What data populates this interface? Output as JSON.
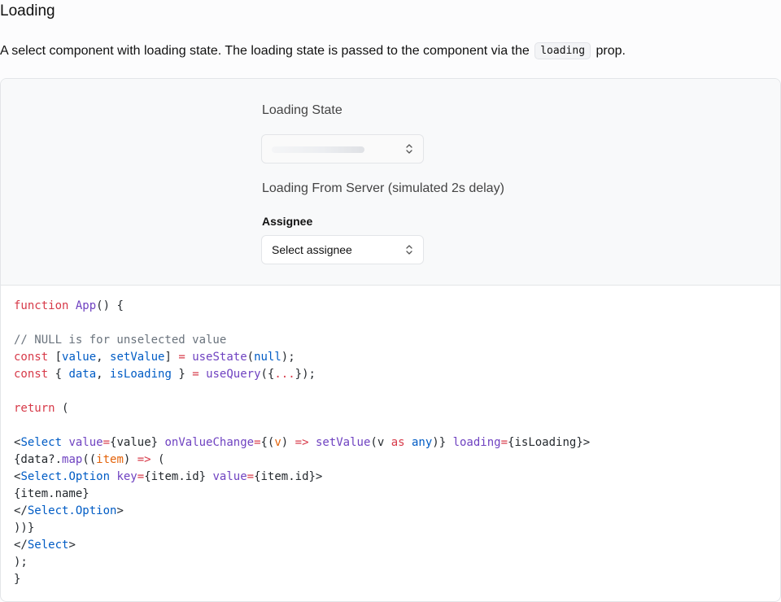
{
  "section": {
    "title": "Loading",
    "description_before": "A select component with loading state. The loading state is passed to the component via the",
    "inline_code": "loading",
    "description_after": "prop."
  },
  "demo": {
    "loading_state_label": "Loading State",
    "server_label": "Loading From Server (simulated 2s delay)",
    "assignee_label": "Assignee",
    "assignee_placeholder": "Select assignee"
  },
  "code": {
    "l1": [
      "function",
      " ",
      "App",
      "() {"
    ],
    "l3": [
      "// NULL is for unselected value"
    ],
    "l4": [
      "const",
      " [",
      "value",
      ", ",
      "setValue",
      "] ",
      "=",
      " ",
      "useState",
      "(",
      "null",
      ");"
    ],
    "l5": [
      "const",
      " { ",
      "data",
      ", ",
      "isLoading",
      " } ",
      "=",
      " ",
      "useQuery",
      "({",
      "...",
      "});"
    ],
    "l7": [
      "return",
      " ("
    ],
    "l9": [
      "<",
      "Select",
      " ",
      "value",
      "=",
      "{value} ",
      "onValueChange",
      "=",
      "{(",
      "v",
      ") ",
      "=>",
      " ",
      "setValue",
      "(v ",
      "as",
      " ",
      "any",
      ")} ",
      "loading",
      "=",
      "{isLoading}>"
    ],
    "l10": [
      "{data?.",
      "map",
      "((",
      "item",
      ") ",
      "=>",
      " ("
    ],
    "l11": [
      "<",
      "Select.Option",
      " ",
      "key",
      "=",
      "{item.id} ",
      "value",
      "=",
      "{item.id}>"
    ],
    "l12": [
      "{item.name}"
    ],
    "l13": [
      "</",
      "Select.Option",
      ">"
    ],
    "l14": [
      "))}"
    ],
    "l15": [
      "</",
      "Select",
      ">"
    ],
    "l16": [
      ");"
    ],
    "l17": [
      "}"
    ]
  }
}
